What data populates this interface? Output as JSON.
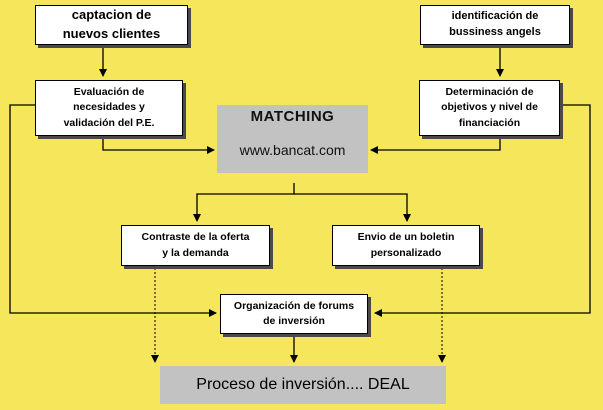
{
  "diagram": {
    "background": "#f5e65c",
    "boxes": {
      "captacion": {
        "line1": "captacion de",
        "line2": "nuevos clientes"
      },
      "identificacion": {
        "line1": "identificación de",
        "line2": "bussiness angels"
      },
      "evaluacion": {
        "line1": "Evaluación de",
        "line2": "necesidades y",
        "line3": "validación del P.E."
      },
      "determinacion": {
        "line1": "Determinación de",
        "line2": "objetivos y nivel de",
        "line3": "financiación"
      },
      "matching": {
        "title": "MATCHING",
        "url": "www.bancat.com"
      },
      "contraste": {
        "line1": "Contraste de  la oferta",
        "line2": "y la  demanda"
      },
      "envio": {
        "line1": "Envio de un boletin",
        "line2": "personalizado"
      },
      "organizacion": {
        "line1": "Organización de forums",
        "line2": "de inversión"
      },
      "deal": {
        "text": "Proceso de inversión.... DEAL"
      }
    }
  }
}
